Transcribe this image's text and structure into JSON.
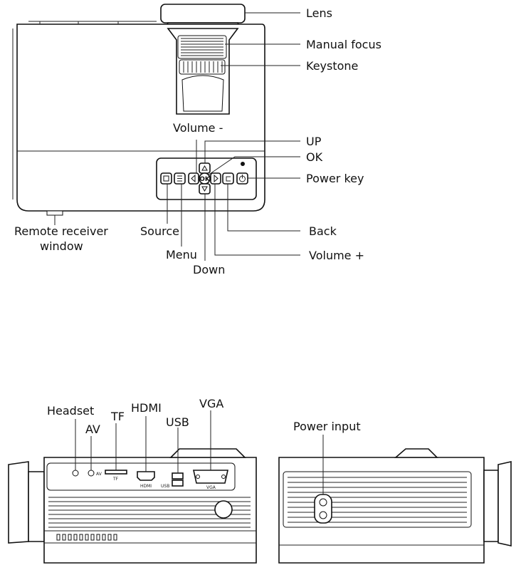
{
  "top_view": {
    "labels": {
      "lens": "Lens",
      "manual_focus": "Manual focus",
      "keystone": "Keystone",
      "volume_minus": "Volume -",
      "up": "UP",
      "ok": "OK",
      "power_key": "Power key",
      "remote_receiver_line1": "Remote receiver",
      "remote_receiver_line2": "window",
      "source": "Source",
      "menu": "Menu",
      "down": "Down",
      "back": "Back",
      "volume_plus": "Volume +"
    },
    "button_glyphs": {
      "ok": "OK"
    }
  },
  "side_view_left": {
    "labels": {
      "headset": "Headset",
      "av": "AV",
      "tf": "TF",
      "hdmi": "HDMI",
      "usb": "USB",
      "vga": "VGA"
    },
    "port_prints": {
      "av": "AV",
      "tf": "TF",
      "hdmi": "HDMI",
      "usb": "USB",
      "vga": "VGA"
    }
  },
  "side_view_right": {
    "labels": {
      "power_input": "Power input"
    }
  }
}
